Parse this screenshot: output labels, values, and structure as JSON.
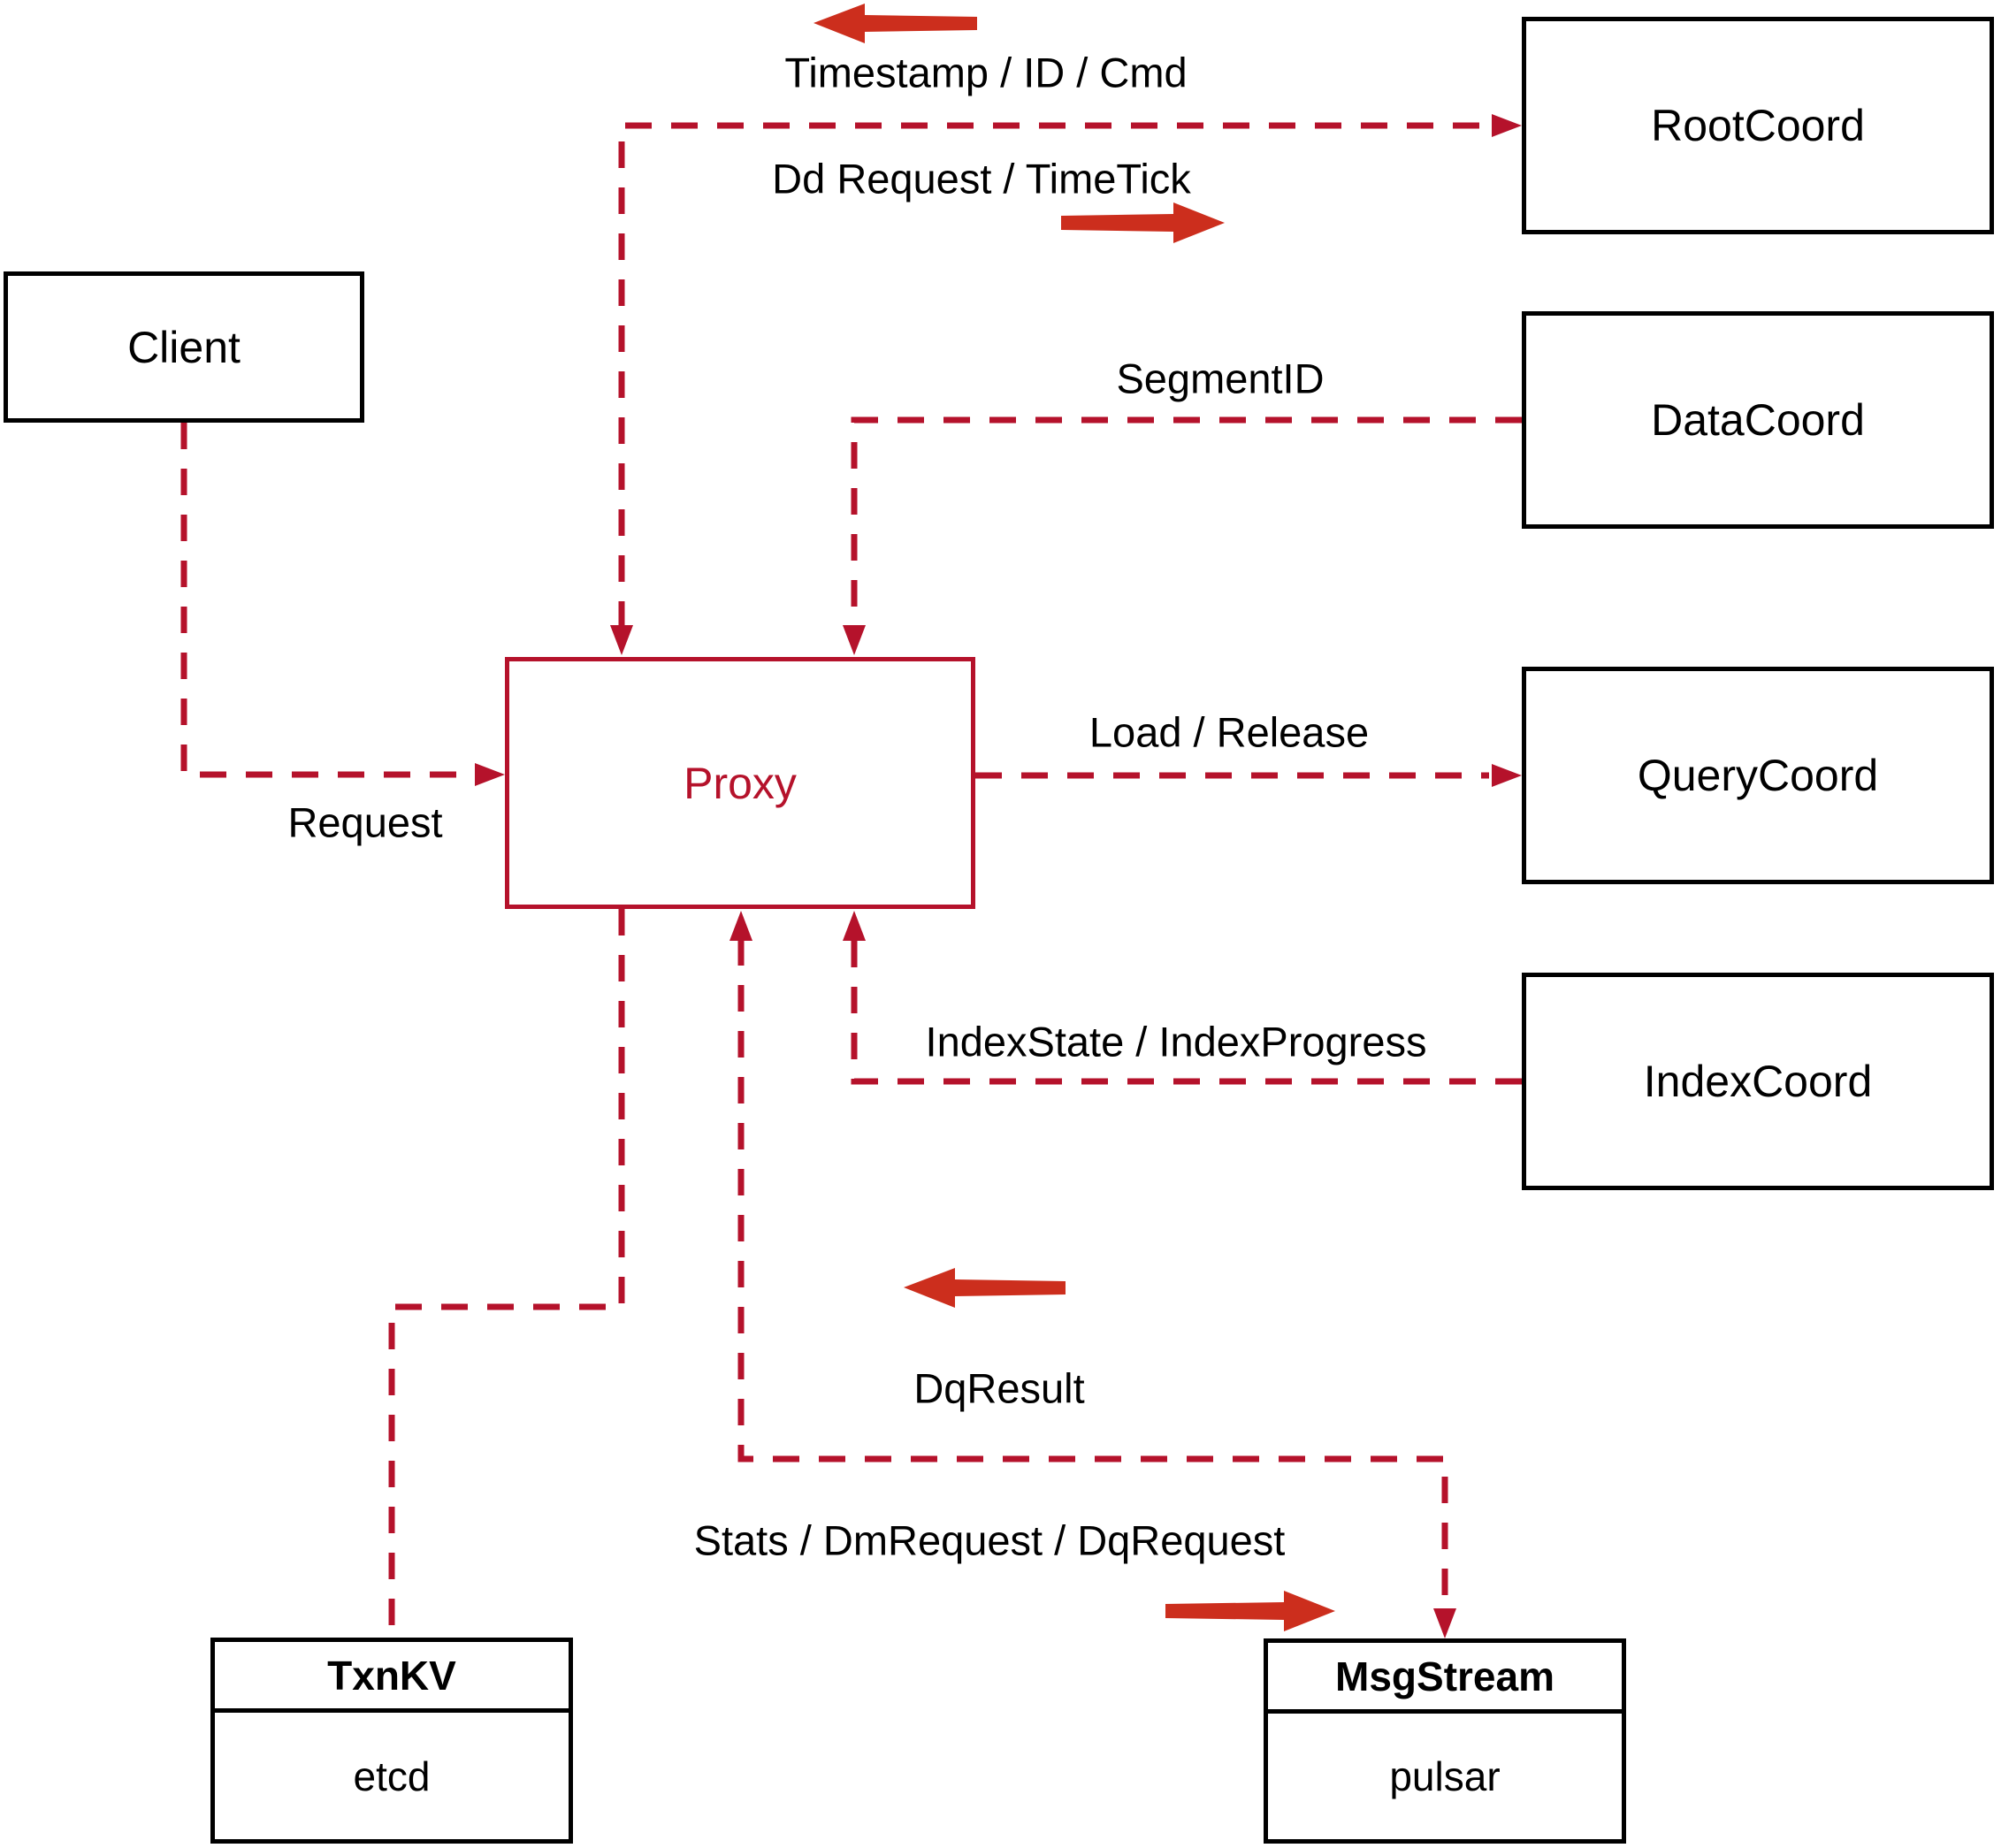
{
  "colors": {
    "line_red": "#b5122b",
    "arrow_red": "#cc2e1d",
    "proxy_red": "#b5122b",
    "box_border": "#000000",
    "text": "#000000",
    "background": "#ffffff"
  },
  "nodes": {
    "client": {
      "label": "Client"
    },
    "proxy": {
      "label": "Proxy"
    },
    "root_coord": {
      "label": "RootCoord"
    },
    "data_coord": {
      "label": "DataCoord"
    },
    "query_coord": {
      "label": "QueryCoord"
    },
    "index_coord": {
      "label": "IndexCoord"
    },
    "txn_kv": {
      "title": "TxnKV",
      "subtitle": "etcd"
    },
    "msg_stream": {
      "title": "MsgStream",
      "subtitle": "pulsar"
    }
  },
  "edge_labels": {
    "timestamp": "Timestamp / ID / Cmd",
    "dd_request": "Dd Request / TimeTick",
    "segment_id": "SegmentID",
    "request": "Request",
    "load_release": "Load / Release",
    "index_state": "IndexState / IndexProgress",
    "dq_result": "DqResult",
    "stats": "Stats / DmRequest / DqRequest"
  }
}
